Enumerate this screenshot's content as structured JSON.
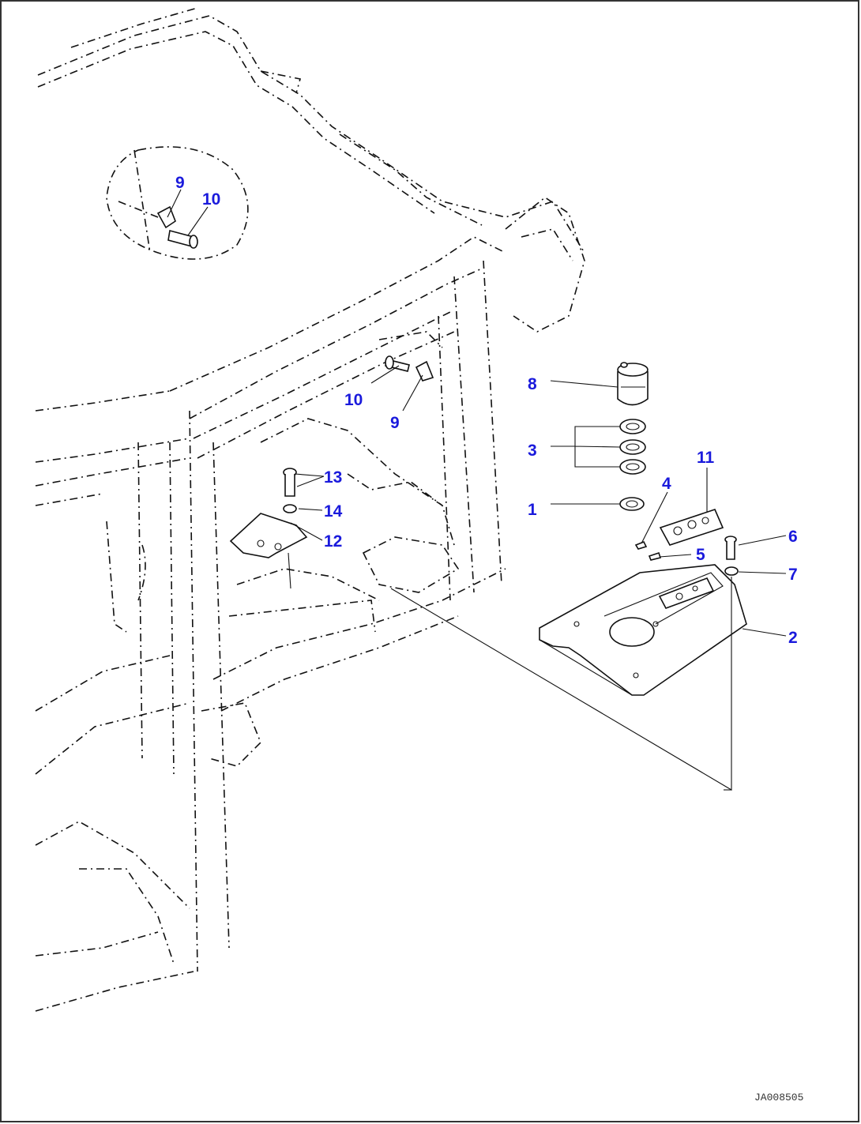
{
  "callouts": [
    {
      "id": "c9a",
      "label": "9"
    },
    {
      "id": "c10a",
      "label": "10"
    },
    {
      "id": "c10b",
      "label": "10"
    },
    {
      "id": "c9b",
      "label": "9"
    },
    {
      "id": "c8",
      "label": "8"
    },
    {
      "id": "c3",
      "label": "3"
    },
    {
      "id": "c11",
      "label": "11"
    },
    {
      "id": "c4",
      "label": "4"
    },
    {
      "id": "c1",
      "label": "1"
    },
    {
      "id": "c6",
      "label": "6"
    },
    {
      "id": "c5",
      "label": "5"
    },
    {
      "id": "c7",
      "label": "7"
    },
    {
      "id": "c2",
      "label": "2"
    },
    {
      "id": "c13",
      "label": "13"
    },
    {
      "id": "c14",
      "label": "14"
    },
    {
      "id": "c12",
      "label": "12"
    }
  ],
  "drawing_code": "JA008505",
  "colors": {
    "callout": "#1a1adc",
    "line": "#111111"
  }
}
